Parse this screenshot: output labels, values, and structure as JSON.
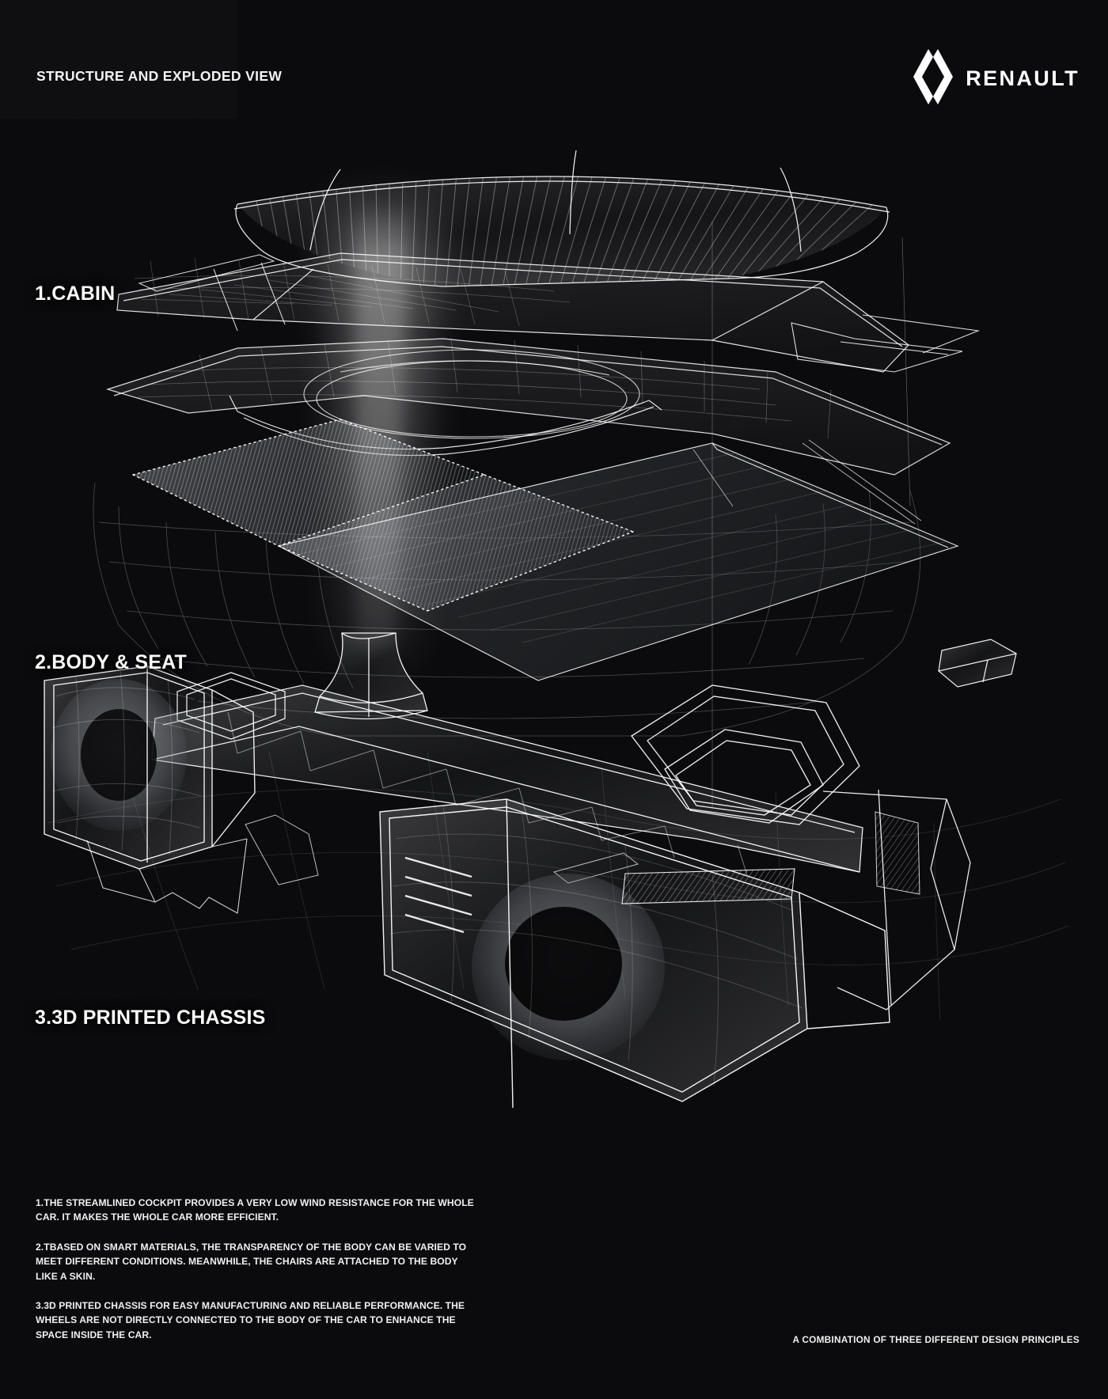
{
  "meta": {
    "background_color": "#0b0b0d",
    "line_color": "#ffffff",
    "text_color": "#f2f2f3"
  },
  "header": {
    "title": "STRUCTURE AND EXPLODED VIEW",
    "brand_name": "RENAULT",
    "brand_logo_icon": "renault-diamond-icon"
  },
  "sections": [
    {
      "id": "cabin",
      "label": "1.CABIN"
    },
    {
      "id": "body",
      "label": "2.BODY & SEAT"
    },
    {
      "id": "chassis",
      "label": "3.3D PRINTED CHASSIS"
    }
  ],
  "notes": [
    "1.THE STREAMLINED COCKPIT PROVIDES A VERY LOW WIND RESISTANCE FOR THE WHOLE CAR. IT MAKES THE WHOLE CAR MORE EFFICIENT.",
    "2.TBASED ON SMART MATERIALS, THE TRANSPARENCY OF THE BODY CAN BE VARIED TO MEET DIFFERENT CONDITIONS. MEANWHILE, THE CHAIRS ARE ATTACHED TO THE BODY LIKE A SKIN.",
    "3.3D PRINTED CHASSIS FOR EASY MANUFACTURING AND RELIABLE PERFORMANCE. THE WHEELS ARE NOT DIRECTLY CONNECTED TO THE BODY OF THE CAR TO ENHANCE THE SPACE INSIDE THE CAR."
  ],
  "footer": {
    "tagline": "A COMBINATION OF THREE DIFFERENT DESIGN PRINCIPLES"
  },
  "artwork": {
    "description": "Exploded wireframe rendering of a concept vehicle on black background",
    "layers": [
      "canopy-roof-shell",
      "upper-body-panel",
      "cabin-floor-ring",
      "ribbed-seat-bench",
      "center-pedestal-column",
      "chassis-side-rail",
      "front-wheel-pod",
      "rear-wheel-pod",
      "detached-hex-module"
    ],
    "light_beam": "vertical-volumetric-beam"
  }
}
